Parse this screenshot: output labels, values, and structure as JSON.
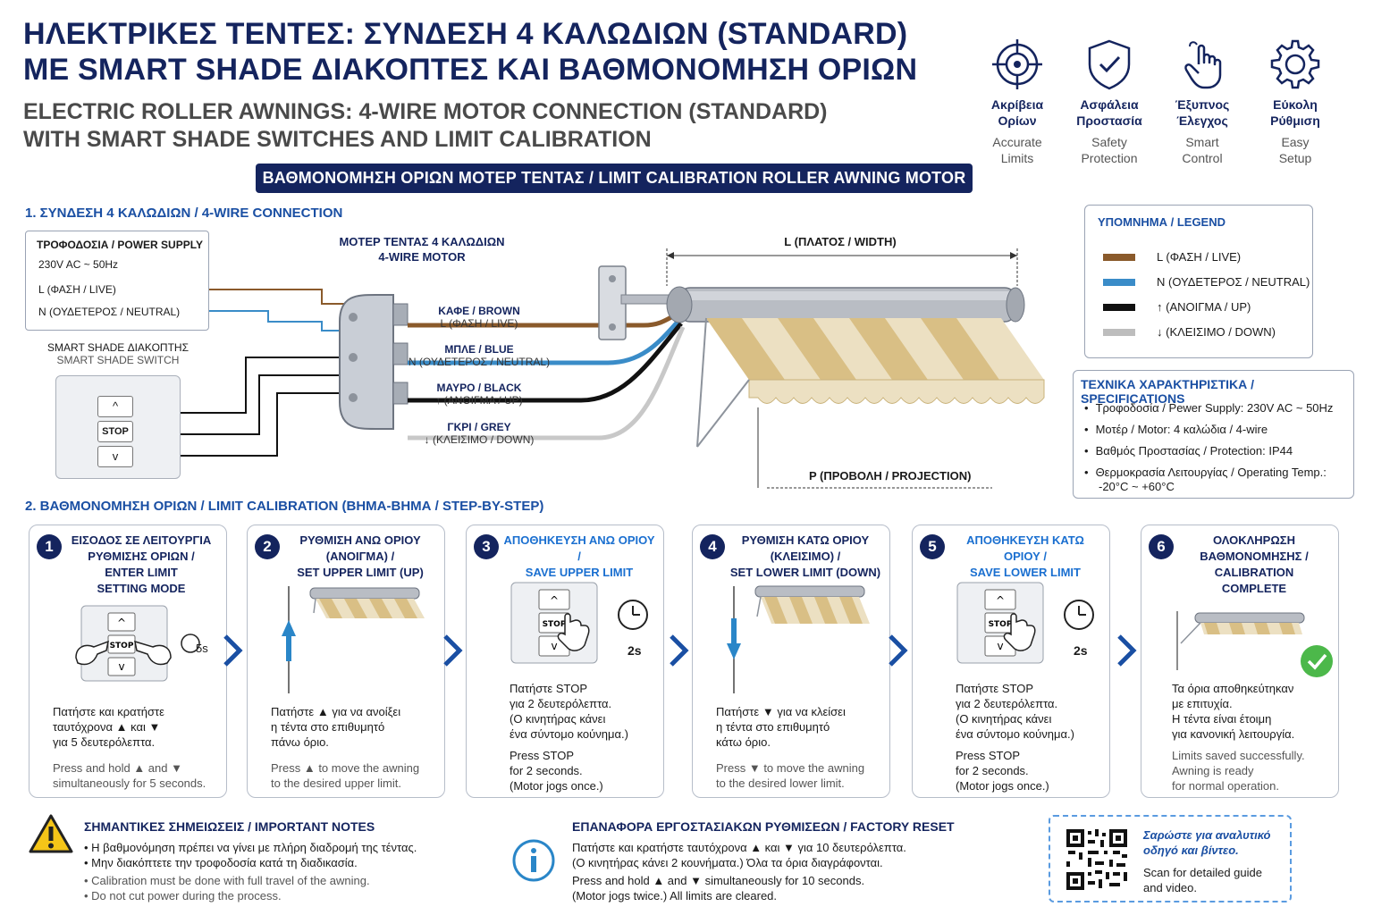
{
  "header": {
    "title_gr_1": "ΗΛΕΚΤΡΙΚΕΣ ΤΕΝΤΕΣ: ΣΥΝΔΕΣΗ 4 ΚΑΛΩΔΙΩΝ (STANDARD)",
    "title_gr_2": "ΜΕ SMART SHADE ΔΙΑΚΟΠΤΕΣ ΚΑΙ ΒΑΘΜΟΝΟΜΗΣΗ ΟΡΙΩΝ",
    "title_en_1": "ELECTRIC ROLLER AWNINGS: 4-WIRE MOTOR CONNECTION (STANDARD)",
    "title_en_2": "WITH SMART SHADE SWITCHES AND LIMIT CALIBRATION",
    "banner": "ΒΑΘΜΟΝΟΜΗΣΗ ΟΡΙΩΝ ΜΟΤΕΡ ΤΕΝΤΑΣ / LIMIT CALIBRATION ROLLER AWNING MOTOR"
  },
  "features": [
    {
      "icon": "crosshair-icon",
      "gr_1": "Ακρίβεια",
      "gr_2": "Ορίων",
      "en_1": "Accurate",
      "en_2": "Limits"
    },
    {
      "icon": "shield-check-icon",
      "gr_1": "Ασφάλεια",
      "gr_2": "Προστασία",
      "en_1": "Safety",
      "en_2": "Protection"
    },
    {
      "icon": "touch-hand-icon",
      "gr_1": "Έξυπνος",
      "gr_2": "Έλεγχος",
      "en_1": "Smart",
      "en_2": "Control"
    },
    {
      "icon": "gear-icon",
      "gr_1": "Εύκολη",
      "gr_2": "Ρύθμιση",
      "en_1": "Easy",
      "en_2": "Setup"
    }
  ],
  "connection": {
    "title": "1. ΣΥΝΔΕΣΗ 4 ΚΑΛΩΔΙΩΝ / 4-WIRE CONNECTION",
    "power": {
      "title": "ΤΡΟΦΟΔΟΣΙΑ / POWER SUPPLY",
      "voltage": "230V AC ~ 50Hz",
      "live": "L (ΦΑΣΗ / LIVE)",
      "neutral": "N (ΟΥΔΕΤΕΡΟΣ / NEUTRAL)"
    },
    "switch_title_gr": "SMART SHADE ΔΙΑΚΟΠΤΗΣ",
    "switch_title_en": "SMART SHADE SWITCH",
    "switch_up": "^",
    "switch_stop": "STOP",
    "switch_down": "v",
    "motor_title_1": "ΜΟΤΕΡ ΤΕΝΤΑΣ 4 ΚΑΛΩΔΙΩΝ",
    "motor_title_2": "4-WIRE MOTOR",
    "wires": [
      {
        "label": "ΚΑΦΕ / BROWN",
        "sub": "L (ΦΑΣΗ / LIVE)",
        "color": "#8a5a2b"
      },
      {
        "label": "ΜΠΛΕ / BLUE",
        "sub": "N (ΟΥΔΕΤΕΡΟΣ / NEUTRAL)",
        "color": "#3a8cc8"
      },
      {
        "label": "ΜΑΥΡΟ / BLACK",
        "sub": "↑ (ΑΝΟΙΓΜΑ / UP)",
        "color": "#111111"
      },
      {
        "label": "ΓΚΡΙ / GREY",
        "sub": "↓ (ΚΛΕΙΣΙΜΟ / DOWN)",
        "color": "#bdbdbd"
      }
    ],
    "width_label": "L (ΠΛΑΤΟΣ / WIDTH)",
    "projection_label": "P (ΠΡΟΒΟΛΗ / PROJECTION)"
  },
  "legend": {
    "title": "ΥΠΟΜΝΗΜΑ / LEGEND",
    "items": [
      {
        "label": "L (ΦΑΣΗ / LIVE)",
        "color": "#8a5a2b"
      },
      {
        "label": "N (ΟΥΔΕΤΕΡΟΣ / NEUTRAL)",
        "color": "#3a8cc8"
      },
      {
        "label": "↑ (ΑΝΟΙΓΜΑ / UP)",
        "color": "#111111"
      },
      {
        "label": "↓ (ΚΛΕΙΣΙΜΟ / DOWN)",
        "color": "#bdbdbd"
      }
    ]
  },
  "specs": {
    "title": "ΤΕΧΝΙΚΑ ΧΑΡΑΚΤΗΡΙΣΤΙΚΑ / SPECIFICATIONS",
    "items": [
      "Τροφοδοσία / Pewer Supply: 230V AC ~ 50Hz",
      "Μοτέρ / Motor: 4 καλώδια / 4-wire",
      "Βαθμός Προστασίας / Protection: IP44",
      "Θερμοκρασία Λειτουργίας / Operating Temp.:",
      "-20°C ~ +60°C"
    ]
  },
  "calibration": {
    "title": "2. ΒΑΘΜΟΝΟΜΗΣΗ ΟΡΙΩΝ / LIMIT CALIBRATION (ΒΗΜΑ-ΒΗΜΑ / STEP-BY-STEP)",
    "timer_5s": "5s",
    "timer_2s": "2s",
    "steps": [
      {
        "num": "1",
        "title": [
          "ΕΙΣΟΔΟΣ ΣΕ ΛΕΙΤΟΥΡΓΙΑ",
          "ΡΥΘΜΙΣΗΣ ΟΡΙΩΝ /",
          "ENTER LIMIT",
          "SETTING MODE"
        ],
        "gr": [
          "Πατήστε και κρατήστε",
          "ταυτόχρονα ▲ και ▼",
          "για 5 δευτερόλεπτα."
        ],
        "en": [
          "Press and hold ▲ and ▼",
          "simultaneously for 5 seconds."
        ]
      },
      {
        "num": "2",
        "title": [
          "ΡΥΘΜΙΣΗ ΑΝΩ ΟΡΙΟΥ",
          "(ΑΝΟΙΓΜΑ) /",
          "SET UPPER LIMIT (UP)"
        ],
        "gr": [
          "Πατήστε ▲ για να ανοίξει",
          "η τέντα στο επιθυμητό",
          "πάνω όριο."
        ],
        "en": [
          "Press ▲ to move the awning",
          "to the desired upper limit."
        ]
      },
      {
        "num": "3",
        "title": [
          "ΑΠΟΘΗΚΕΥΣΗ ΑΝΩ ΟΡΙΟΥ /",
          "SAVE UPPER LIMIT"
        ],
        "gr": [
          "Πατήστε STOP",
          "για 2 δευτερόλεπτα.",
          "(Ο κινητήρας κάνει",
          "ένα σύντομο κούνημα.)"
        ],
        "en": [
          "Press STOP",
          "for 2 seconds.",
          "(Motor jogs once.)"
        ]
      },
      {
        "num": "4",
        "title": [
          "ΡΥΘΜΙΣΗ ΚΑΤΩ ΟΡΙΟΥ",
          "(ΚΛΕΙΣΙΜΟ) /",
          "SET LOWER LIMIT (DOWN)"
        ],
        "gr": [
          "Πατήστε ▼ για να κλείσει",
          "η τέντα στο επιθυμητό",
          "κάτω όριο."
        ],
        "en": [
          "Press ▼ to move the awning",
          "to the desired lower limit."
        ]
      },
      {
        "num": "5",
        "title": [
          "ΑΠΟΘΗΚΕΥΣΗ ΚΑΤΩ ΟΡΙΟΥ /",
          "SAVE LOWER LIMIT"
        ],
        "gr": [
          "Πατήστε STOP",
          "για 2 δευτερόλεπτα.",
          "(Ο κινητήρας κάνει",
          "ένα σύντομο κούνημα.)"
        ],
        "en": [
          "Press STOP",
          "for 2 seconds.",
          "(Motor jogs once.)"
        ]
      },
      {
        "num": "6",
        "title": [
          "ΟΛΟΚΛΗΡΩΣΗ",
          "ΒΑΘΜΟΝΟΜΗΣΗΣ /",
          "CALIBRATION",
          "COMPLETE"
        ],
        "gr": [
          "Τα όρια αποθηκεύτηκαν",
          "με επιτυχία.",
          "Η τέντα είναι έτοιμη",
          "για κανονική λειτουργία."
        ],
        "en": [
          "Limits saved successfully.",
          "Awning is ready",
          "for normal operation."
        ]
      }
    ]
  },
  "notes": {
    "title": "ΣΗΜΑΝΤΙΚΕΣ ΣΗΜΕΙΩΣΕΙΣ / IMPORTANT NOTES",
    "lines": [
      "• Η βαθμονόμηση πρέπει να γίνει με πλήρη διαδρομή της τέντας.",
      "• Μην διακόπτετε την τροφοδοσία κατά τη διαδικασία.",
      "• Calibration must be done with full travel of the awning.",
      "• Do not cut power during the process."
    ]
  },
  "reset": {
    "title": "ΕΠΑΝΑΦΟΡΑ ΕΡΓΟΣΤΑΣΙΑΚΩΝ ΡΥΘΜΙΣΕΩΝ / FACTORY RESET",
    "lines": [
      "Πατήστε και κρατήστε ταυτόχρονα ▲ και ▼ για 10 δευτερόλεπτα.",
      "(Ο κινητήρας κάνει 2 κουνήματα.) Όλα τα όρια διαγράφονται.",
      "Press and hold ▲ and ▼ simultaneously for 10 seconds.",
      "(Motor jogs twice.) All limits are cleared."
    ]
  },
  "qr": {
    "gr_1": "Σαρώστε για αναλυτικό",
    "gr_2": "οδηγό και βίντεο.",
    "en_1": "Scan for detailed guide",
    "en_2": "and video."
  }
}
